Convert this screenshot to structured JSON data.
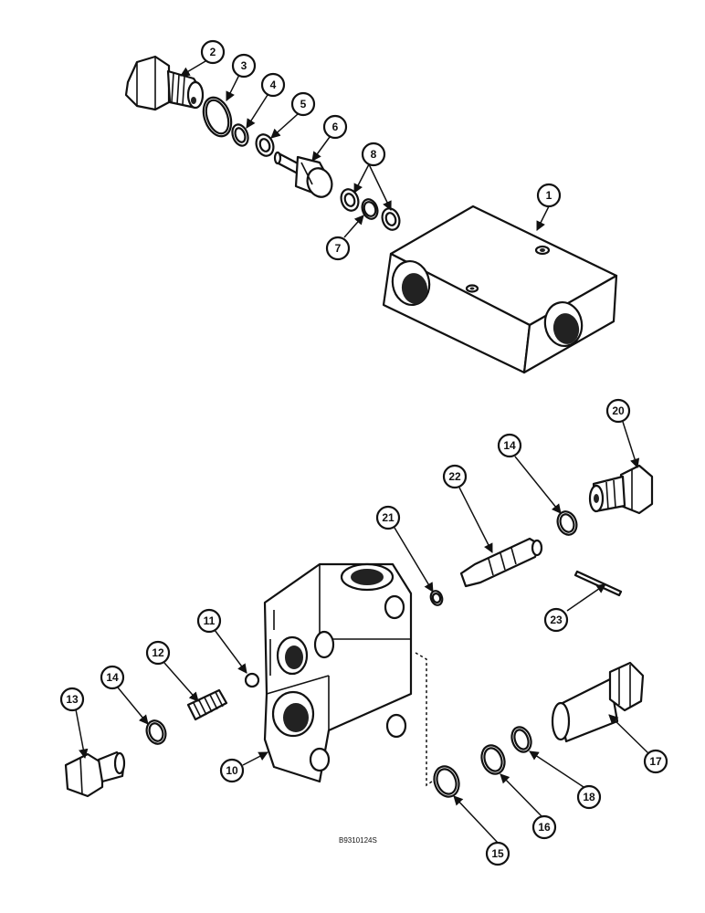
{
  "figure_code": "B9310124S",
  "callouts": [
    "1",
    "2",
    "3",
    "4",
    "5",
    "6",
    "7",
    "8",
    "10",
    "11",
    "12",
    "13",
    "14",
    "14",
    "15",
    "16",
    "17",
    "18",
    "20",
    "21",
    "22",
    "23"
  ]
}
